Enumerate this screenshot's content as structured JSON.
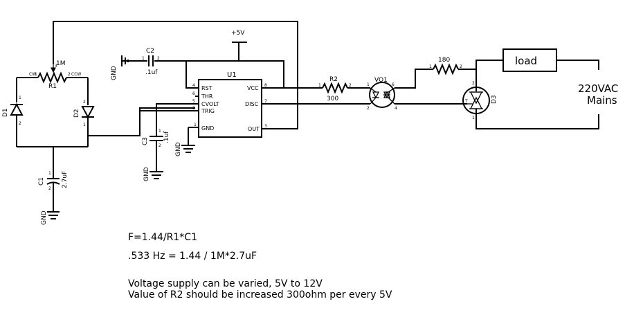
{
  "components": {
    "r1": {
      "ref": "R1",
      "value": "1M",
      "cw": "CW",
      "ccw": "CCW",
      "wiper_pin": "3",
      "pin1": "1",
      "pin2": "2"
    },
    "d1": {
      "ref": "D1",
      "pin1": "1",
      "pin2": "2"
    },
    "d2": {
      "ref": "D2",
      "pin1": "1",
      "pin2": "2"
    },
    "c1": {
      "ref": "C1",
      "value": "2.7uF",
      "pin1": "1",
      "pin2": "2"
    },
    "c2": {
      "ref": "C2",
      "value": ".1uf",
      "pin1": "1",
      "pin2": "2"
    },
    "c3": {
      "ref": "C3",
      "value": ".1uf",
      "pin1": "1",
      "pin2": "2"
    },
    "r2": {
      "ref": "R2",
      "value": "300",
      "pin1": "1",
      "pin2": "2"
    },
    "r3": {
      "value": "180",
      "pin1": "1",
      "pin2": "2"
    },
    "vo1": {
      "ref": "VO1",
      "pins": [
        "1",
        "2",
        "4",
        "6"
      ]
    },
    "d3": {
      "ref": "D3",
      "pins": [
        "1",
        "2",
        "T"
      ]
    },
    "u1": {
      "ref": "U1",
      "left_pins": [
        {
          "num": "4",
          "name": "RST"
        },
        {
          "num": "6",
          "name": "THR"
        },
        {
          "num": "5",
          "name": "CVOLT"
        },
        {
          "num": "2",
          "name": "TRIG"
        },
        {
          "num": "1",
          "name": "GND"
        }
      ],
      "right_pins": [
        {
          "num": "8",
          "name": "VCC"
        },
        {
          "num": "7",
          "name": "DISC"
        },
        {
          "num": "3",
          "name": "OUT"
        }
      ]
    },
    "supply": {
      "label": "+5V"
    },
    "gnd_label": "GND",
    "load": {
      "label": "load"
    },
    "mains": {
      "line1": "220VAC",
      "line2": "Mains"
    }
  },
  "notes": {
    "formula": "F=1.44/R1*C1",
    "example": ".533 Hz = 1.44 / 1M*2.7uF",
    "line3": "Voltage supply can be varied, 5V to 12V",
    "line4": "Value of R2 should be increased 300ohm per every 5V"
  }
}
